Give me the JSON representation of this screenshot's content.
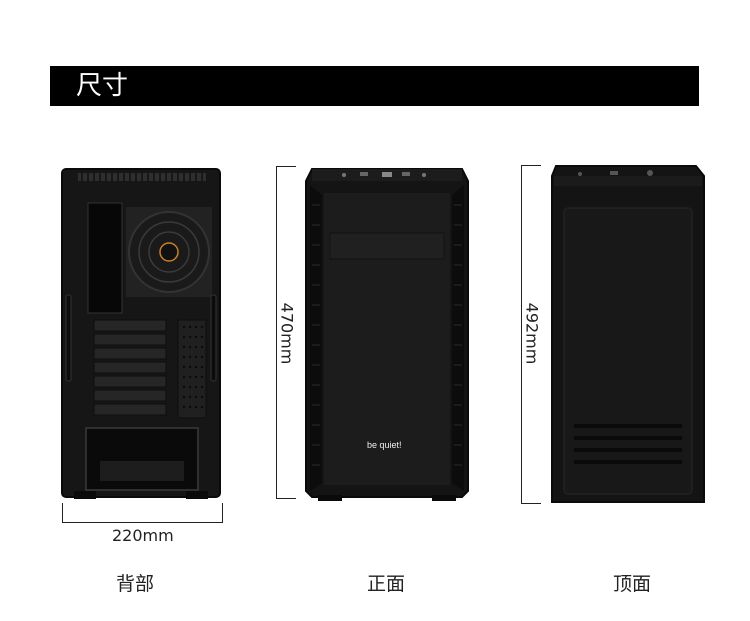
{
  "header": {
    "title": "尺寸"
  },
  "views": {
    "back": {
      "label": "背部",
      "width_dim": "220mm"
    },
    "front": {
      "label": "正面",
      "height_dim": "470mm",
      "logo": "be quiet!"
    },
    "side": {
      "label": "顶面",
      "depth_dim": "492mm"
    }
  },
  "colors": {
    "bar": "#000000",
    "case": "#151515",
    "panel": "#1e1e1e",
    "fan_accent": "#c8802a"
  }
}
